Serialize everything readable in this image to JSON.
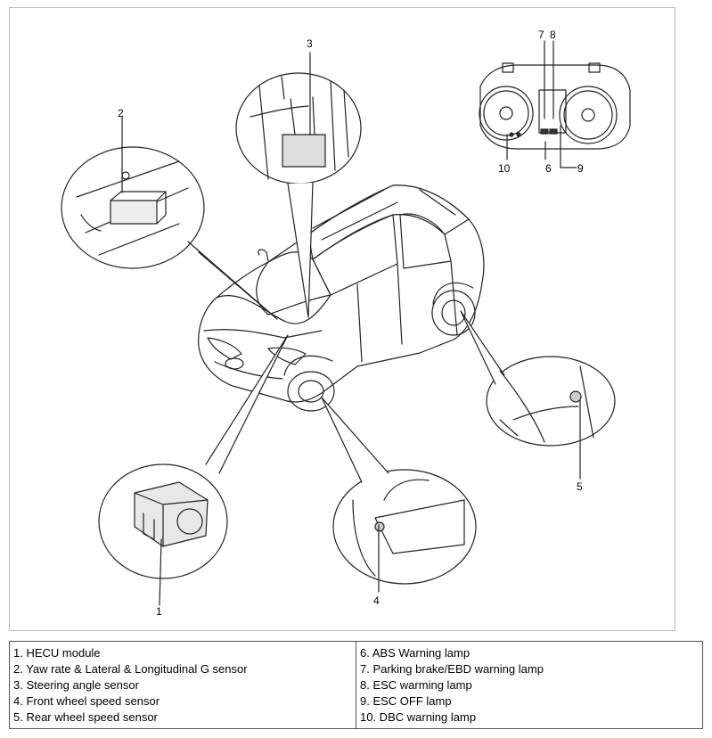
{
  "callouts": {
    "c1": "1",
    "c2": "2",
    "c3": "3",
    "c4": "4",
    "c5": "5",
    "c6": "6",
    "c7": "7",
    "c8": "8",
    "c9": "9",
    "c10": "10"
  },
  "legend": {
    "left": [
      "1. HECU module",
      "2. Yaw rate & Lateral & Longitudinal G sensor",
      "3. Steering angle sensor",
      "4. Front wheel speed sensor",
      "5. Rear wheel speed sensor"
    ],
    "right": [
      "6. ABS Warning lamp",
      "7. Parking brake/EBD warning lamp",
      "8. ESC warming lamp",
      "9. ESC OFF lamp",
      "10. DBC warning lamp"
    ]
  }
}
